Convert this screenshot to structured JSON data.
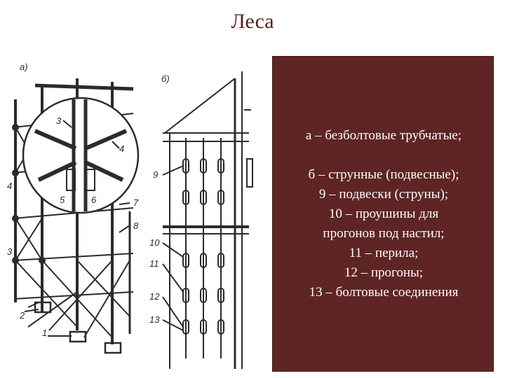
{
  "slide": {
    "title": "Леса"
  },
  "figure": {
    "part_a": "а)",
    "part_b": "б)",
    "callouts_a": [
      "1",
      "2",
      "3",
      "3",
      "4",
      "4",
      "5",
      "6",
      "7",
      "8"
    ],
    "callouts_b": [
      "9",
      "10",
      "11",
      "12",
      "13"
    ]
  },
  "legend": {
    "lines": [
      "а – безболтовые трубчатые;",
      "б – струнные (подвесные);",
      "9 – подвески (струны);",
      "10 – проушины для",
      "прогонов под настил;",
      "11 – перила;",
      "12 – прогоны;",
      "13 – болтовые соединения"
    ]
  },
  "colors": {
    "title": "#5a1f1f",
    "panel_bg": "#5e2524",
    "panel_text": "#ffffff",
    "ink": "#2b2b2b"
  }
}
